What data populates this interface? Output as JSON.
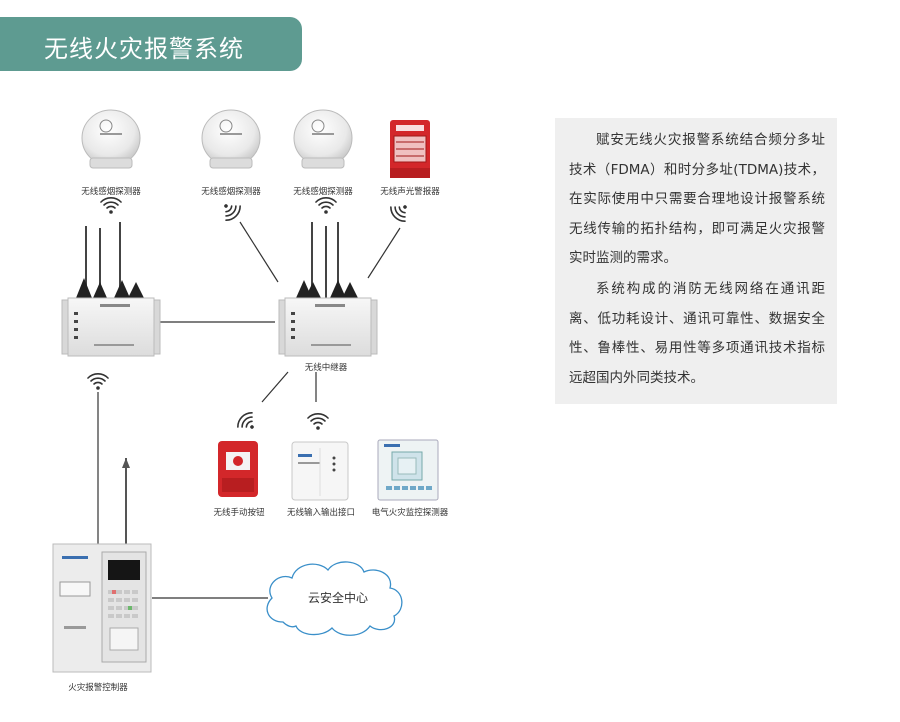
{
  "title": "无线火灾报警系统",
  "devices": {
    "smoke1": "无线感烟探测器",
    "smoke2": "无线感烟探测器",
    "smoke3": "无线感烟探测器",
    "alarm": "无线声光警报器",
    "repeater": "无线中继器",
    "button": "无线手动按钮",
    "io": "无线输入输出接口",
    "monitor": "电气火灾监控探测器",
    "controller": "火灾报警控制器",
    "cloud": "云安全中心"
  },
  "description": {
    "p1": "赋安无线火灾报警系统结合频分多址技术（FDMA）和时分多址(TDMA)技术，在实际使用中只需要合理地设计报警系统无线传输的拓扑结构，即可满足火灾报警实时监测的需求。",
    "p2": "系统构成的消防无线网络在通讯距离、低功耗设计、通讯可靠性、数据安全性、鲁棒性、易用性等多项通讯技术指标远超国内外同类技术。"
  },
  "colors": {
    "accent": "#5e9b91",
    "line": "#333333",
    "alarm_red": "#d3272a",
    "panel_grey": "#efefef"
  }
}
